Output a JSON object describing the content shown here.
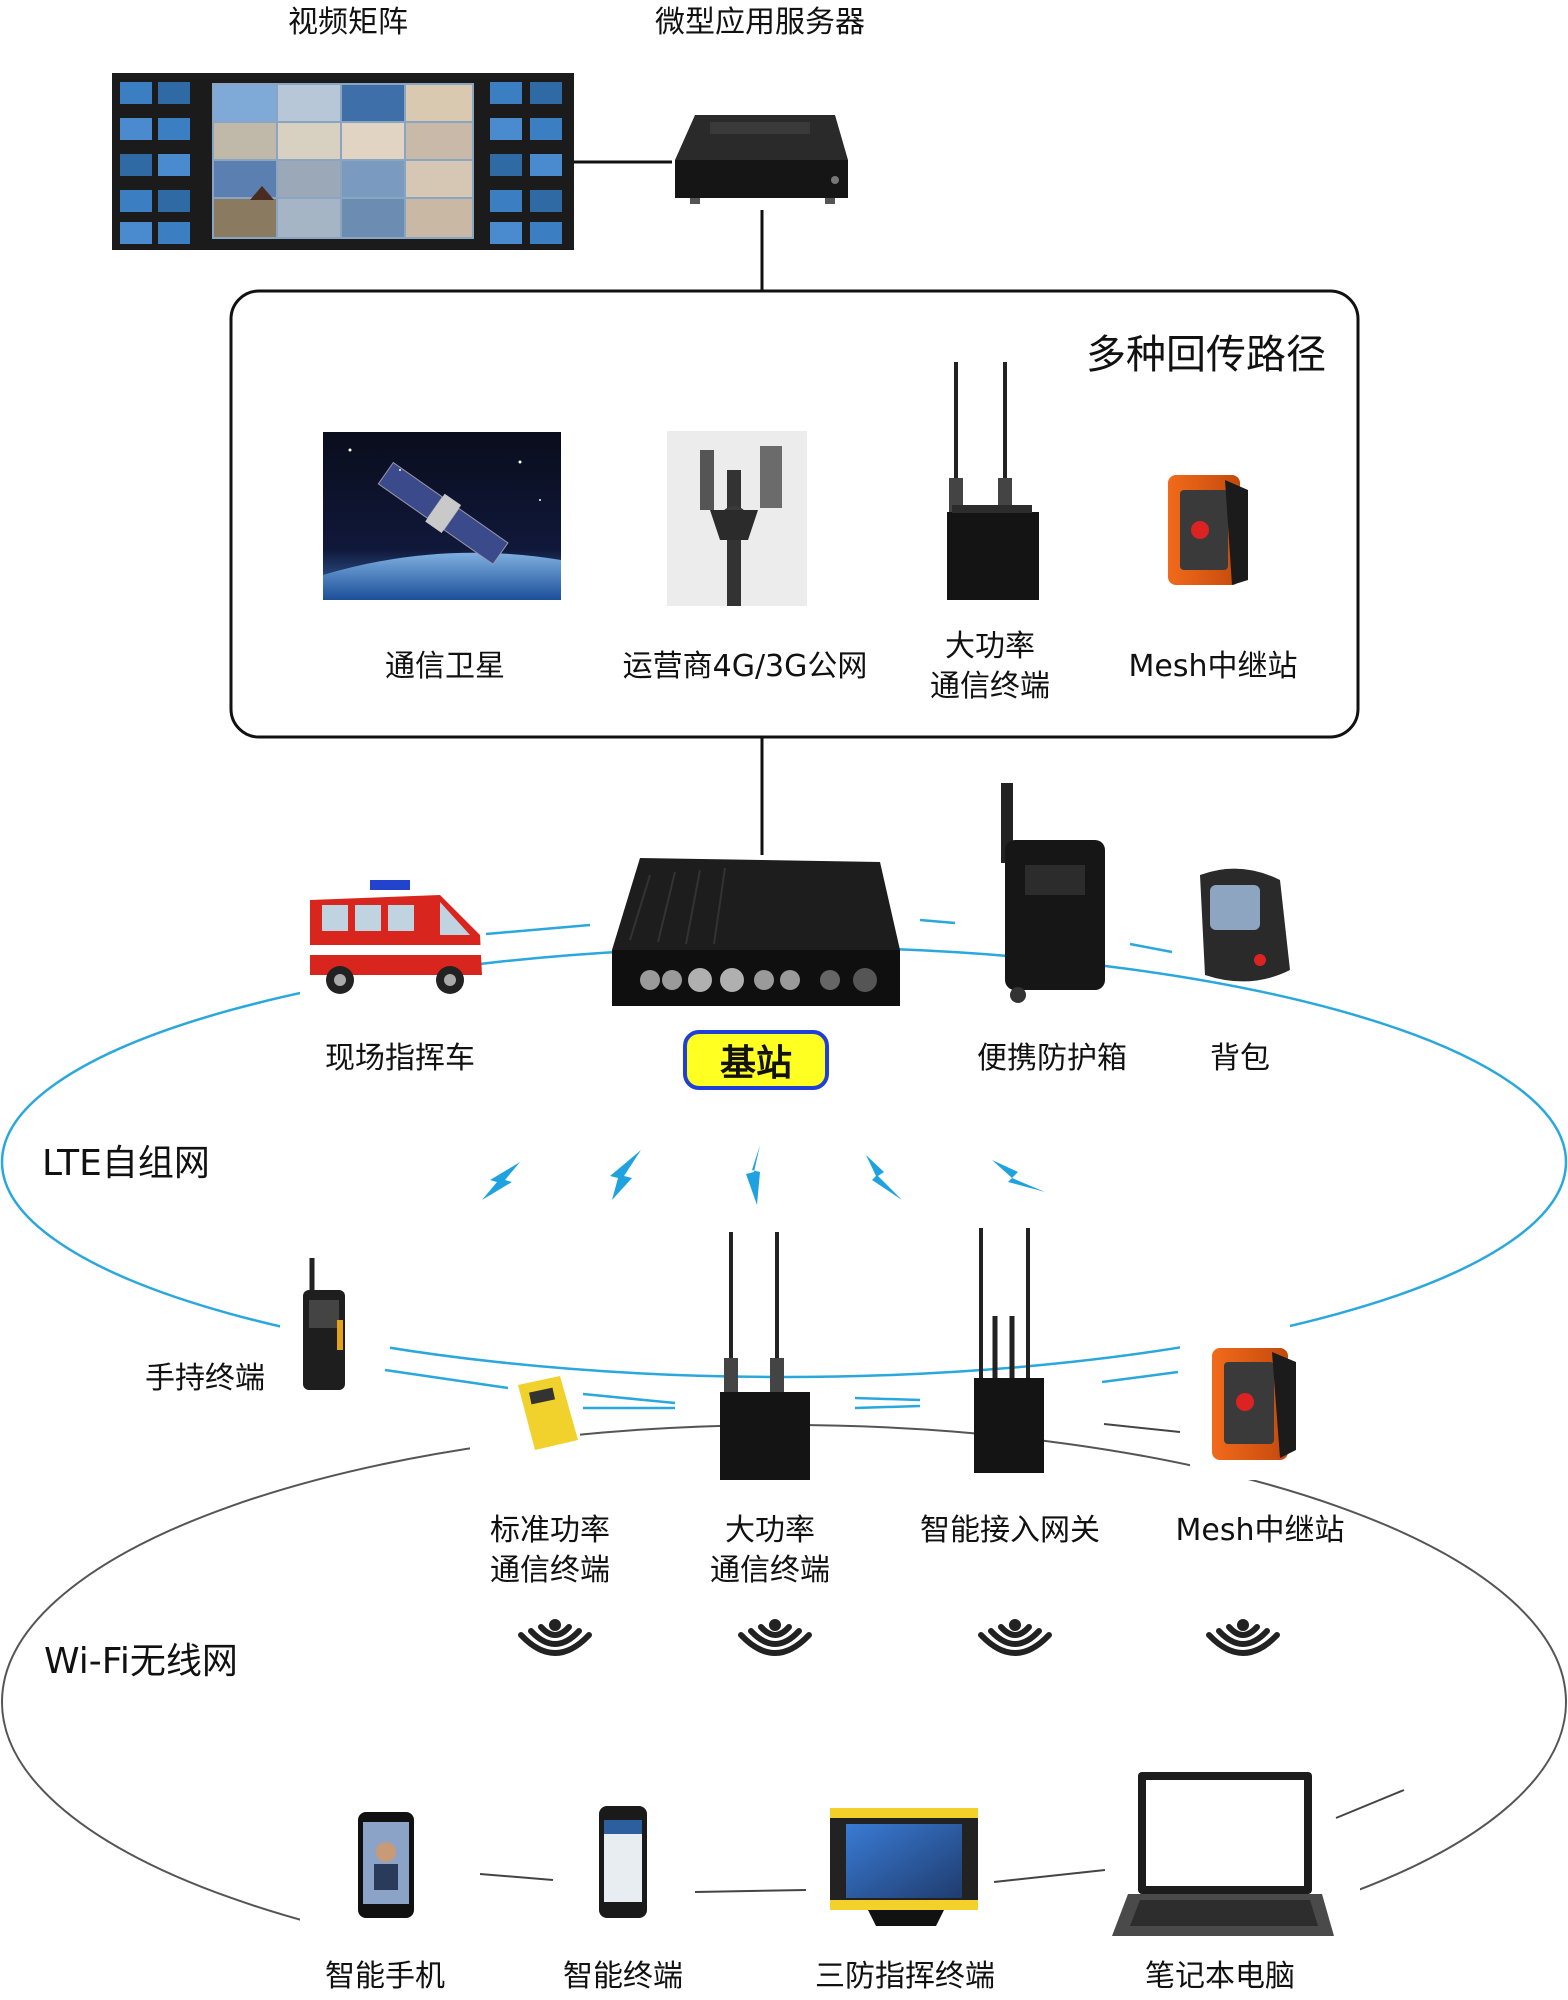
{
  "top": {
    "video_matrix": "视频矩阵",
    "micro_server": "微型应用服务器"
  },
  "backhaul": {
    "title": "多种回传路径",
    "items": {
      "satellite": "通信卫星",
      "carrier": "运营商4G/3G公网",
      "hp_terminal_1": "大功率",
      "hp_terminal_2": "通信终端",
      "mesh": "Mesh中继站"
    }
  },
  "base": {
    "base_station": "基站",
    "command_vehicle": "现场指挥车",
    "portable_case": "便携防护箱",
    "backpack": "背包"
  },
  "lte": {
    "label": "LTE自组网",
    "handheld": "手持终端",
    "std_terminal_1": "标准功率",
    "std_terminal_2": "通信终端",
    "hp_terminal_1": "大功率",
    "hp_terminal_2": "通信终端",
    "gateway": "智能接入网关",
    "mesh": "Mesh中继站"
  },
  "wifi": {
    "label": "Wi-Fi无线网",
    "smartphone": "智能手机",
    "smart_terminal": "智能终端",
    "rugged_terminal": "三防指挥终端",
    "laptop": "笔记本电脑"
  },
  "colors": {
    "lte_ring": "#2aa8dc",
    "wifi_ring": "#555555",
    "badge_fill": "#ffff22",
    "badge_border": "#1f3fd6"
  }
}
